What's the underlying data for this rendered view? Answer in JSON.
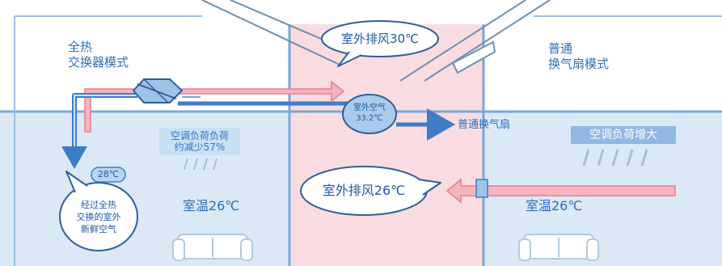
{
  "diagram": {
    "left_mode": {
      "line1": "全热",
      "line2": "交换器模式"
    },
    "right_mode": {
      "line1": "普通",
      "line2": "换气扇模式"
    },
    "exhaust_top": "室外排风30℃",
    "outdoor_air": {
      "line1": "室外空气",
      "line2": "33.2℃"
    },
    "vent_fan": "普通换气扇",
    "ac_load_left": {
      "line1": "空调负荷负荷",
      "line2": "约减少57%"
    },
    "ac_load_right": "空调负荷增大",
    "supply_temp": "28℃",
    "room_left": "室温26℃",
    "room_right": "室温26℃",
    "exhaust_bottom": "室外排风26℃",
    "note": {
      "line1": "经过全热",
      "line2": "交换的室外",
      "line3": "新鲜空气"
    }
  }
}
